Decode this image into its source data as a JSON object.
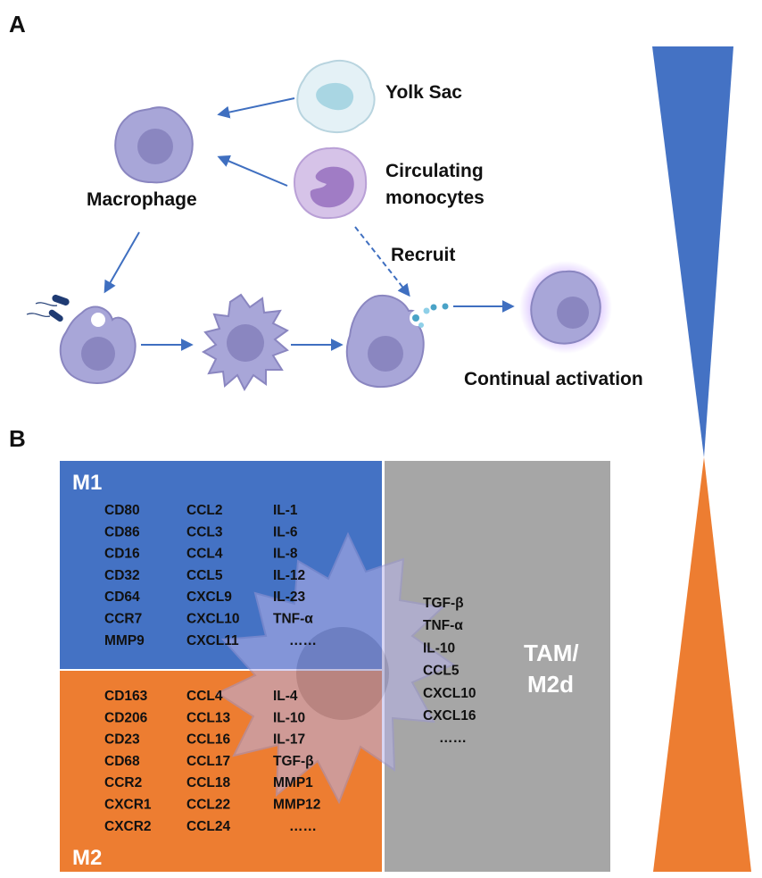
{
  "panel_a": {
    "letter": "A",
    "yolk_sac": "Yolk Sac",
    "circulating_line1": "Circulating",
    "circulating_line2": "monocytes",
    "macrophage": "Macrophage",
    "recruit": "Recruit",
    "continual_activation": "Continual activation"
  },
  "panel_b": {
    "letter": "B",
    "m1": {
      "title": "M1",
      "col1": [
        "CD80",
        "CD86",
        "CD16",
        "CD32",
        "CD64",
        "CCR7",
        "MMP9"
      ],
      "col2": [
        "CCL2",
        "CCL3",
        "CCL4",
        "CCL5",
        "CXCL9",
        "CXCL10",
        "CXCL11"
      ],
      "col3": [
        "IL-1",
        "IL-6",
        "IL-8",
        "IL-12",
        "IL-23",
        "TNF-α",
        "……"
      ]
    },
    "m2": {
      "title": "M2",
      "col1": [
        "CD163",
        "CD206",
        "CD23",
        "CD68",
        "CCR2",
        "CXCR1",
        "CXCR2"
      ],
      "col2": [
        "CCL4",
        "CCL13",
        "CCL16",
        "CCL17",
        "CCL18",
        "CCL22",
        "CCL24"
      ],
      "col3": [
        "IL-4",
        "IL-10",
        "IL-17",
        "TGF-β",
        "MMP1",
        "MMP12",
        "……"
      ]
    },
    "tam": {
      "title_line1": "TAM/",
      "title_line2": "M2d",
      "items": [
        "TGF-β",
        "TNF-α",
        "IL-10",
        "CCL5",
        "CXCL10",
        "CXCL16",
        "……"
      ]
    }
  },
  "colors": {
    "m1_blue": "#4472c4",
    "m2_orange": "#ed7d31",
    "tam_gray": "#a6a6a6",
    "cell_purple": "#a8a6d8",
    "nucleus": "#8a86c0",
    "arrow": "#3f6fc0"
  }
}
